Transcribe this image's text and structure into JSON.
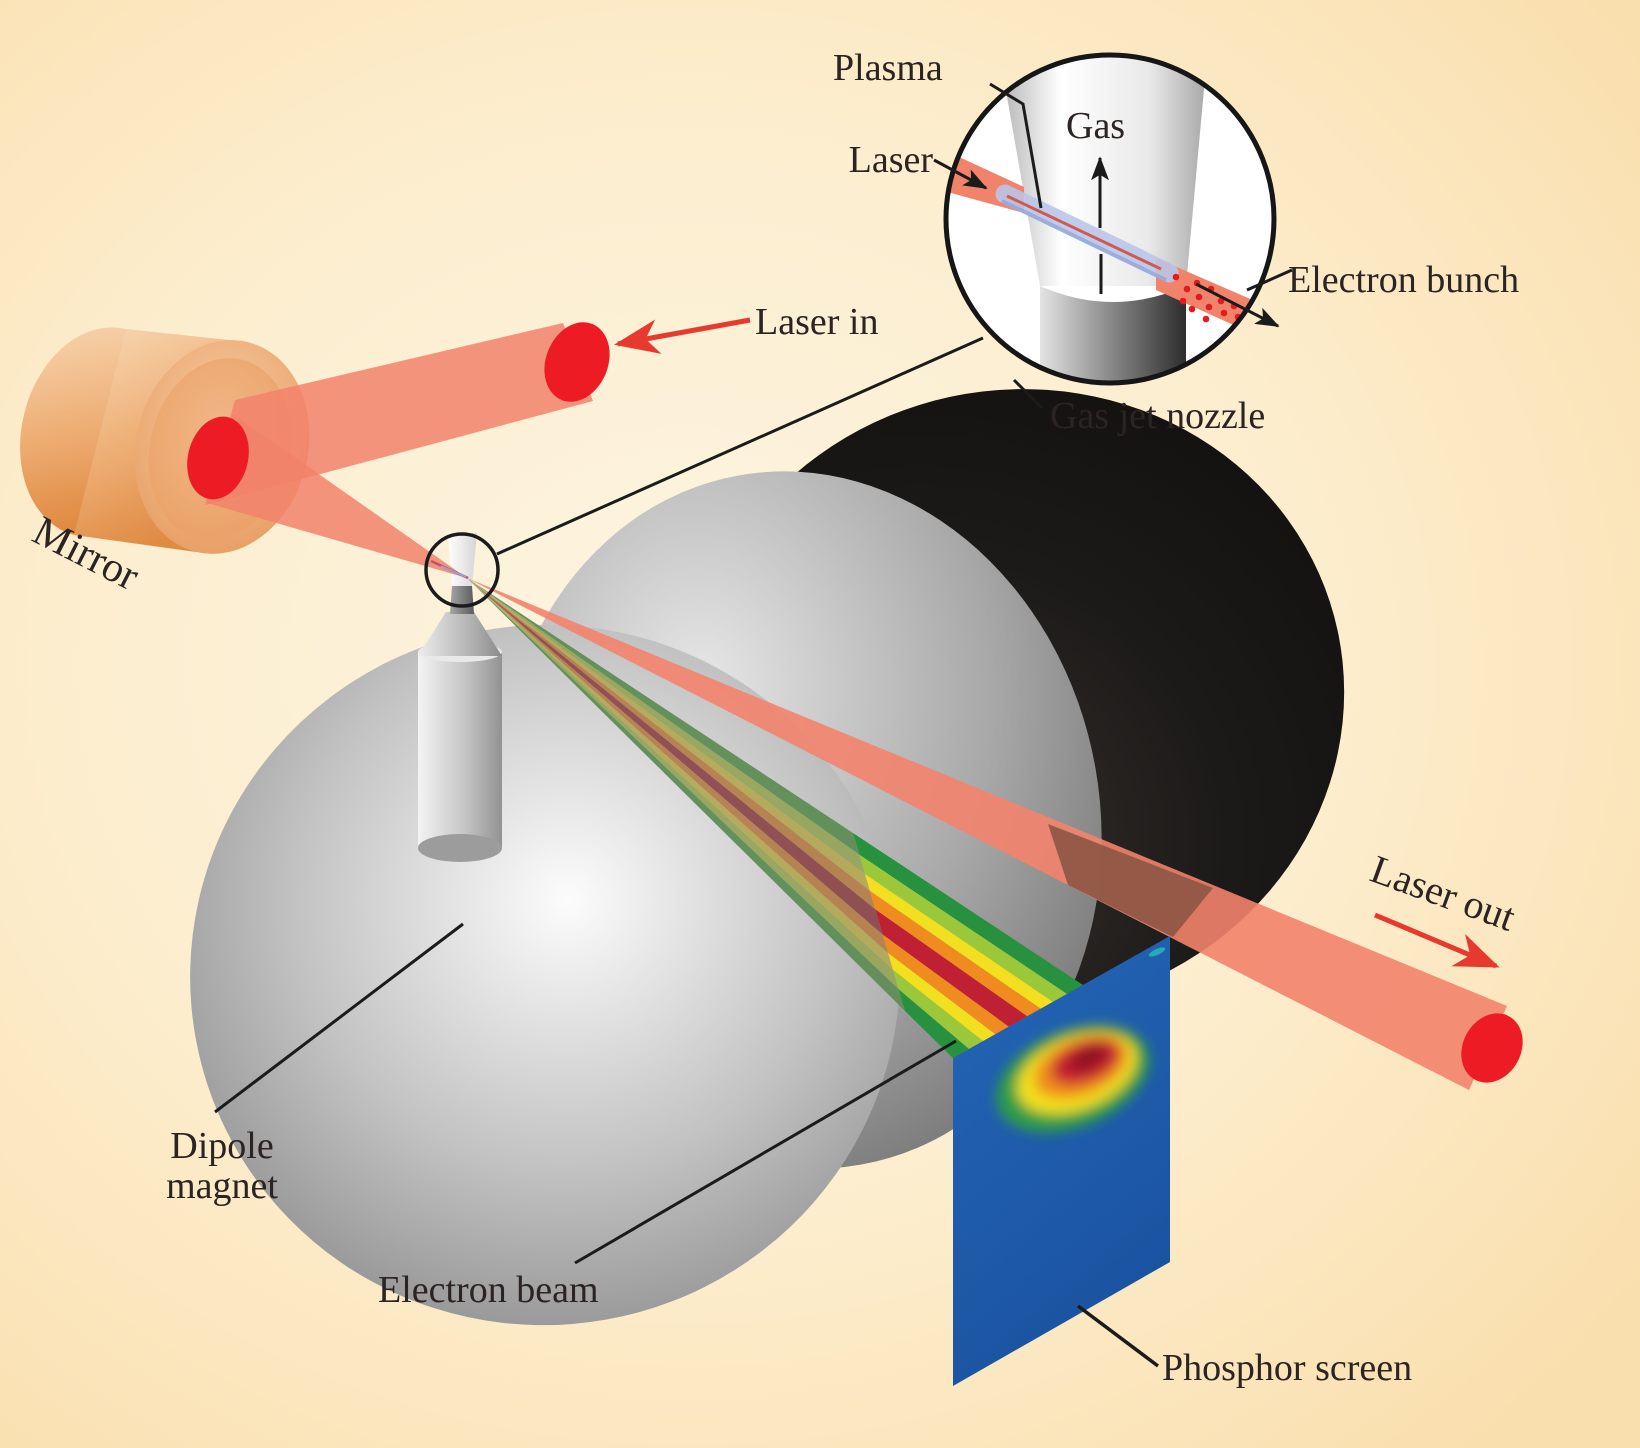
{
  "figure": {
    "title": "Laser wakefield accelerator diagram",
    "labels": {
      "plasma": "Plasma",
      "gas": "Gas",
      "laser": "Laser",
      "electron_bunch": "Electron bunch",
      "gas_jet_nozzle": "Gas jet nozzle",
      "laser_in": "Laser in",
      "mirror": "Mirror",
      "dipole_line1": "Dipole",
      "dipole_line2": "magnet",
      "electron_beam": "Electron beam",
      "laser_out": "Laser out",
      "phosphor_screen": "Phosphor screen"
    }
  },
  "colors": {
    "background": "#fbe2b6",
    "background_light": "#fdf4e1",
    "text": "#2b2422",
    "line_black": "#1b1b1b",
    "laser_red": "#ed1c24",
    "laser_beam_salmon": "#f2836b",
    "laser_beam_over_black": "#8e5744",
    "arrow_red": "#e8392f",
    "mirror_orange_light": "#f8d8b5",
    "mirror_orange_deep": "#e0883f",
    "magnet_black": "#1a1817",
    "magnet_gray": "#9e9e9e",
    "nozzle_gray": "#c9c9c9",
    "plasma_tube_blue": "#b9c6ea",
    "plasma_tube_edge": "#8ba2d8",
    "plasma_core_red": "#cf5a4d",
    "electron_dot_red": "#e01b22",
    "screen_blue": "#1f5cab",
    "screen_dot_cyan": "#2ab5c0"
  },
  "fan": {
    "description": "electron beam dispersed by dipole magnet into energy spectrum",
    "colors_bright": [
      "#27913f",
      "#9bc83b",
      "#f2df1f",
      "#ef8b1f",
      "#bf2033",
      "#ef8b1f",
      "#f2df1f",
      "#9bc83b",
      "#27913f"
    ],
    "colors_muted": [
      "#5f8e57",
      "#97a65c",
      "#b5a958",
      "#b5804e",
      "#8f4b4e",
      "#b5804e",
      "#b5a958",
      "#97a65c",
      "#5f8e57"
    ],
    "weights": [
      1.3,
      1.15,
      1.0,
      1.1,
      1.5,
      1.1,
      1.0,
      1.15,
      1.3
    ]
  },
  "blob": {
    "description": "electron spot on phosphor screen",
    "colors": [
      "#2f9e47",
      "#f2df1f",
      "#ef8b1f",
      "#c51f33",
      "#8c1322"
    ]
  }
}
